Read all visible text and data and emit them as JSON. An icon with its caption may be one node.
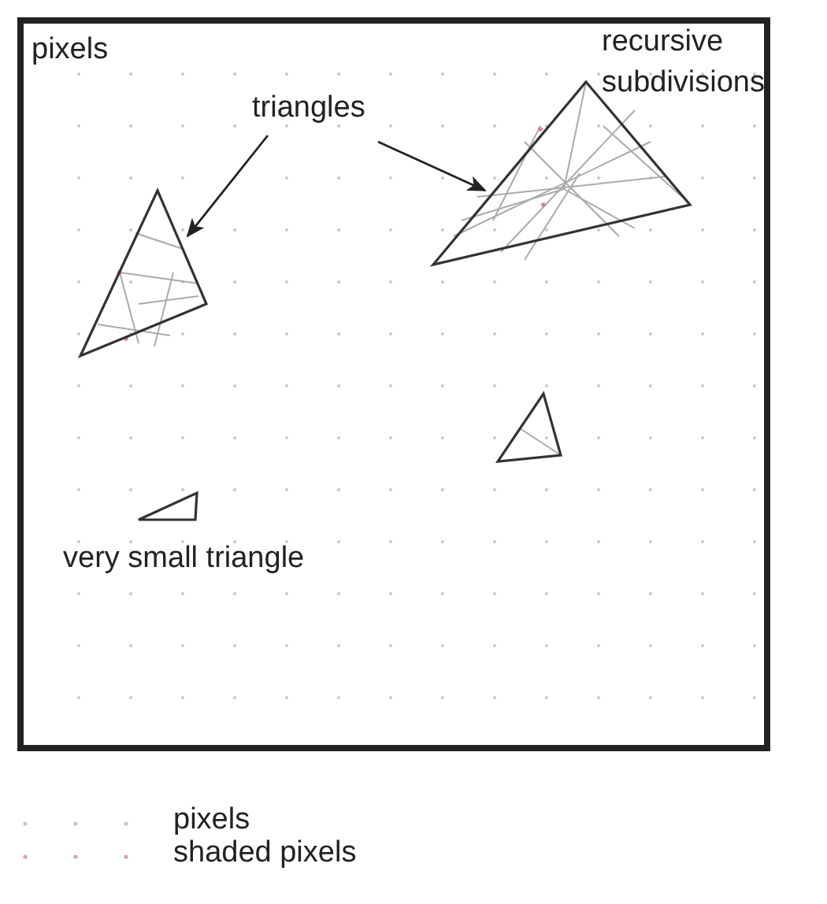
{
  "diagram": {
    "nodes": [
      {
        "text": [
          "triangles"
        ]
      },
      {
        "text": [],
        "shape": "triangle"
      },
      {
        "text": [],
        "shape": "triangle"
      },
      {
        "text": [],
        "shape": "triangle"
      },
      {
        "text": [],
        "shape": "triangle",
        "beside": [
          "very small triangle"
        ]
      }
    ],
    "edges": [
      {
        "from": 0,
        "to": 2,
        "arrow": "to"
      },
      {
        "from": 0,
        "to": 1,
        "arrow": "to"
      }
    ],
    "labels": [
      "pixels",
      "recursive subdivisions"
    ],
    "legend": [
      {
        "text": "pixels"
      },
      {
        "text": "shaded pixels"
      }
    ]
  }
}
